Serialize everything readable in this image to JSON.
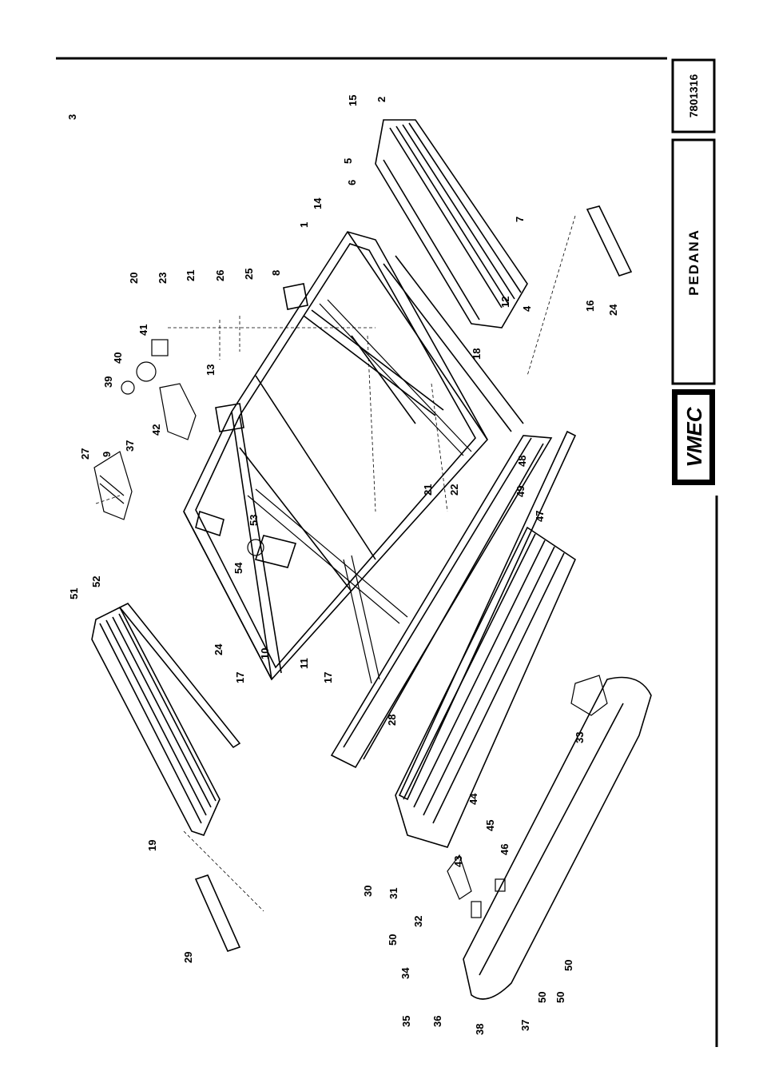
{
  "document": {
    "code": "7801316",
    "title": "PEDANA",
    "brand": "VMEC"
  },
  "part_numbers": [
    "1",
    "2",
    "3",
    "4",
    "5",
    "6",
    "7",
    "8",
    "9",
    "10",
    "11",
    "12",
    "13",
    "14",
    "15",
    "16",
    "17",
    "18",
    "19",
    "20",
    "21",
    "22",
    "23",
    "24",
    "25",
    "26",
    "27",
    "28",
    "29",
    "30",
    "31",
    "32",
    "33",
    "34",
    "35",
    "36",
    "37",
    "38",
    "39",
    "40",
    "41",
    "42",
    "43",
    "44",
    "45",
    "46",
    "47",
    "48",
    "49",
    "50",
    "51",
    "52",
    "53",
    "54"
  ]
}
